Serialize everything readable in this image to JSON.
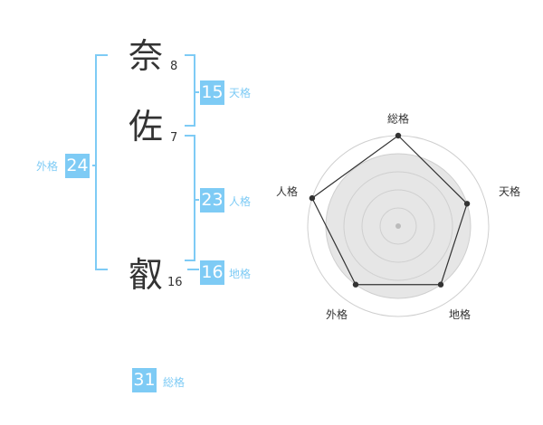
{
  "name": {
    "chars": [
      {
        "char": "奈",
        "strokes": "8"
      },
      {
        "char": "佐",
        "strokes": "7"
      },
      {
        "char": "叡",
        "strokes": "16"
      }
    ]
  },
  "kakusu": {
    "tenkaku": {
      "value": "15",
      "label": "天格"
    },
    "jinkaku": {
      "value": "23",
      "label": "人格"
    },
    "chikaku": {
      "value": "16",
      "label": "地格"
    },
    "gaikaku": {
      "value": "24",
      "label": "外格"
    },
    "soukaku": {
      "value": "31",
      "label": "総格"
    }
  },
  "colors": {
    "accent": "#7ecbf5",
    "text": "#333333"
  },
  "chart_data": {
    "type": "radar",
    "axes": [
      "総格",
      "天格",
      "地格",
      "外格",
      "人格"
    ],
    "levels": 5,
    "values": [
      5,
      4,
      4,
      4,
      5
    ],
    "max": 5
  }
}
